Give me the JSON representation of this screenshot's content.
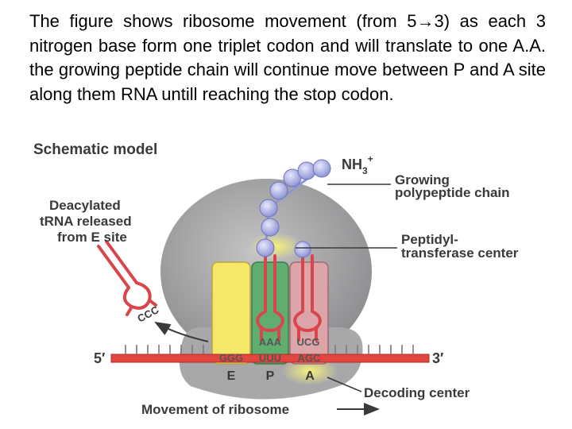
{
  "caption": "The figure shows ribosome movement (from 5→3) as each 3 nitrogen base form one triplet codon and will translate to one A.A. the growing peptide chain will continue move between P and A site along them RNA untill reaching the stop codon.",
  "diagram": {
    "title": "Schematic model",
    "labels": {
      "deacylated_line1": "Deacylated",
      "deacylated_line2": "tRNA released",
      "deacylated_line3": "from E site",
      "growing_line1": "Growing",
      "growing_line2": "polypeptide chain",
      "peptidyl_line1": "Peptidyl-",
      "peptidyl_line2": "transferase center",
      "decoding": "Decoding center",
      "movement": "Movement of ribosome",
      "nh3": "NH",
      "nh3_sub": "3",
      "nh3_sup": "+",
      "five_prime": "5′",
      "three_prime": "3′",
      "released_ccc": "CCC"
    },
    "sites": [
      "E",
      "P",
      "A"
    ],
    "mrna_codons": [
      "GGG",
      "UUU",
      "AGC"
    ],
    "anticodons_p": "AAA",
    "anticodons_a": "UCG",
    "colors": {
      "ribosome": "#a4a4a6",
      "e_site": "#f5e768",
      "p_site": "#5fae70",
      "a_site": "#dba5a9",
      "mrna": "#e2473f",
      "trna_line": "#d9454a",
      "amino_acid": "#a9aee6",
      "highlight": "#f3ec6a"
    }
  }
}
